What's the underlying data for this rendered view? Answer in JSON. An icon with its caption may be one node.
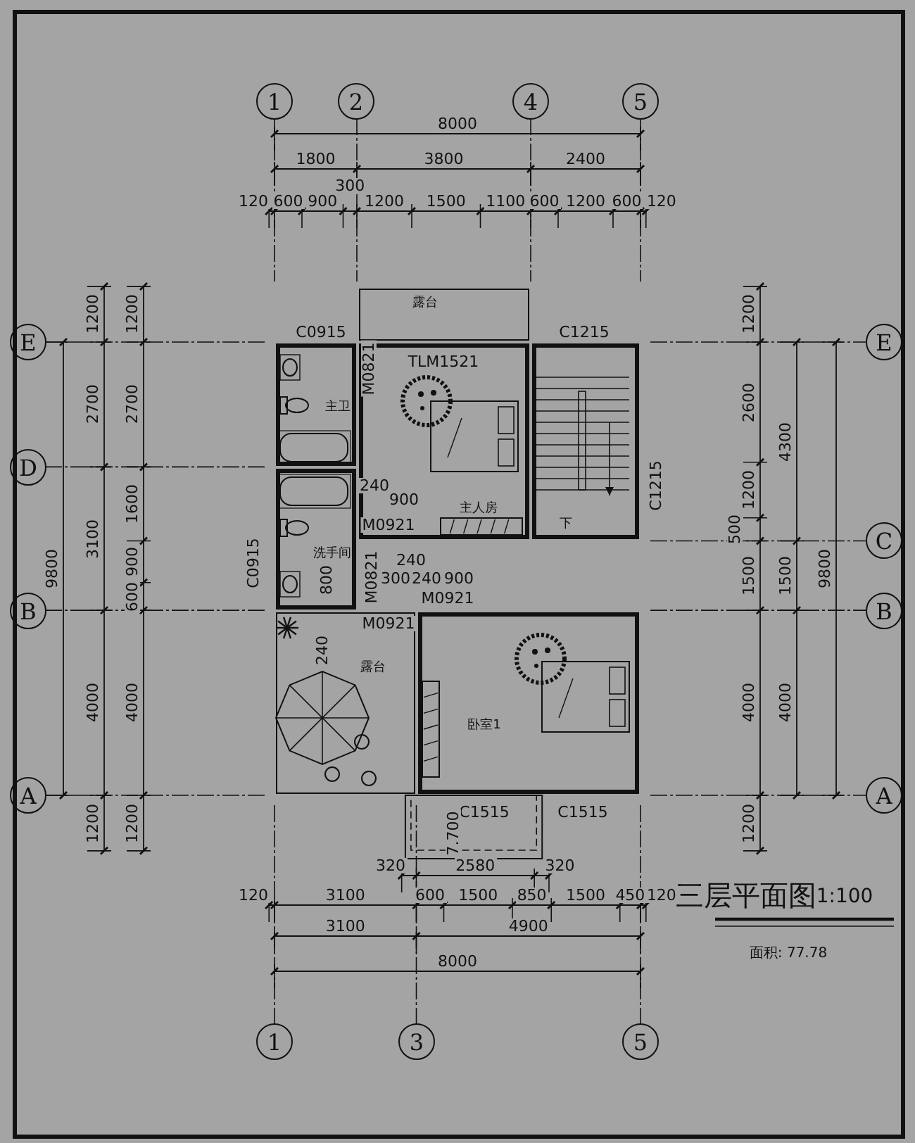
{
  "diagram": {
    "title": "三层平面图",
    "nodes": [
      {
        "text": [
          "1"
        ]
      },
      {
        "text": [
          "2"
        ]
      },
      {
        "text": [
          "4"
        ]
      },
      {
        "text": [
          "5"
        ]
      },
      {
        "text": [
          "露台"
        ]
      },
      {
        "text": [
          "E"
        ]
      },
      {
        "text": [
          "E"
        ]
      },
      {
        "text": [
          "主卫"
        ]
      },
      {
        "text": [
          "主人房"
        ]
      },
      {
        "text": [
          "下"
        ]
      },
      {
        "text": [
          "D"
        ]
      },
      {
        "text": [
          "洗手间"
        ]
      },
      {
        "text": [
          "C"
        ]
      },
      {
        "text": [
          "B"
        ]
      },
      {
        "text": [
          "B"
        ]
      },
      {
        "text": [
          "露台"
        ]
      },
      {
        "text": [
          "卧室1"
        ]
      },
      {
        "text": [
          "A"
        ]
      },
      {
        "text": [
          "A"
        ]
      },
      {
        "text": [
          "1"
        ]
      },
      {
        "text": [
          "3"
        ]
      },
      {
        "text": [
          "5"
        ]
      }
    ],
    "labels": [
      "8000",
      "1800",
      "3800",
      "2400",
      "120",
      "600",
      "900",
      "300",
      "1200",
      "1500",
      "1100",
      "600",
      "1200",
      "600",
      "120",
      "9800",
      "1200",
      "2700",
      "3100",
      "4000",
      "1200",
      "1200",
      "2700",
      "1600",
      "900",
      "600",
      "4000",
      "1200",
      "1200",
      "2600",
      "1200",
      "500",
      "1500",
      "4000",
      "1200",
      "4300",
      "1500",
      "4000",
      "9800",
      "320",
      "2580",
      "320",
      "120",
      "3100",
      "600",
      "1500",
      "850",
      "1500",
      "450",
      "120",
      "3100",
      "4900",
      "8000",
      "C0915",
      "M0821",
      "TLM1521",
      "C1215",
      "C1215",
      "240",
      "900",
      "M0921",
      "C0915",
      "800",
      "M0821",
      "240",
      "300",
      "240",
      "900",
      "M0921",
      "M0921",
      "240",
      "C1515",
      "C1515",
      "7.700",
      "1:100",
      "面积: 77.78"
    ]
  }
}
